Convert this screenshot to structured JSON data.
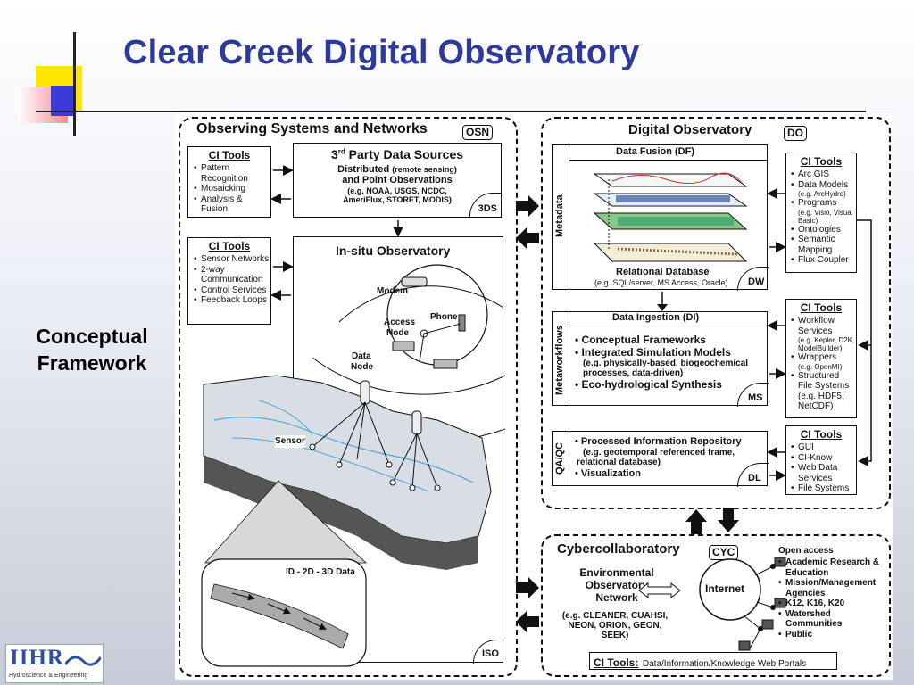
{
  "slide": {
    "title": "Clear Creek Digital Observatory",
    "side_label_line1": "Conceptual",
    "side_label_line2": "Framework",
    "logo": {
      "text": "IIHR",
      "subtext": "Hydroscience & Engineering"
    }
  },
  "osn": {
    "title": "Observing Systems and Networks",
    "tag": "OSN",
    "ci_tools_1": {
      "title": "CI Tools",
      "items": [
        "Pattern Recognition",
        "Mosaicking",
        "Analysis & Fusion"
      ]
    },
    "ci_tools_2": {
      "title": "CI Tools",
      "items": [
        "Sensor Networks",
        "2-way Communication",
        "Control Services",
        "Feedback Loops"
      ]
    },
    "third_party": {
      "title_pre": "3",
      "title_sup": "rd",
      "title_post": " Party Data Sources",
      "line1": "Distributed",
      "line1_note": "(remote sensing)",
      "line2": "and Point Observations",
      "line3": "(e.g. NOAA, USGS, NCDC,",
      "line4": "AmeriFlux, STORET, MODIS)",
      "code": "3DS"
    },
    "insitu": {
      "title": "In-situ Observatory",
      "code": "ISO",
      "labels": {
        "modem": "Modem",
        "access_node_1": "Access",
        "access_node_2": "Node",
        "phone": "Phone",
        "data_node_1": "Data",
        "data_node_2": "Node",
        "sensor": "Sensor",
        "inset": "ID - 2D - 3D Data"
      }
    }
  },
  "do": {
    "title": "Digital Observatory",
    "tag": "DO",
    "data_fusion": {
      "title": "Data Fusion (DF)",
      "side": "Metadata",
      "db_title": "Relational Database",
      "db_note": "(e.g. SQL/server, MS Access, Oracle)",
      "code": "DW"
    },
    "data_ingestion": {
      "title": "Data Ingestion (DI)",
      "side": "Metaworkflows",
      "items": [
        "Conceptual Frameworks",
        "Integrated Simulation Models",
        "Eco-hydrological Synthesis"
      ],
      "note1": "(e.g. physically-based, biogeochemical",
      "note2": "processes, data-driven)",
      "code": "MS"
    },
    "qa_qc": {
      "side": "QA/QC",
      "item1": "Processed Information Repository",
      "note1": "(e.g. geotemporal referenced frame,",
      "note2": "relational database)",
      "item2": "Visualization",
      "code": "DL"
    },
    "ci_tools_1": {
      "title": "CI Tools",
      "items": [
        {
          "text": "Arc GIS",
          "note": ""
        },
        {
          "text": "Data Models",
          "note": "(e.g. ArcHydro)"
        },
        {
          "text": "Programs",
          "note": "(e.g. Visio, Visual Basic)"
        },
        {
          "text": "Ontologies",
          "note": ""
        },
        {
          "text": "Semantic Mapping",
          "note": ""
        },
        {
          "text": "Flux Coupler",
          "note": ""
        }
      ]
    },
    "ci_tools_2": {
      "title": "CI Tools",
      "items": [
        {
          "text": "Workflow Services",
          "note": "(e.g. Kepler, D2K, ModelBuilder)"
        },
        {
          "text": "Wrappers",
          "note": "(e.g. OpenMI)"
        },
        {
          "text": "Structured File Systems",
          "note": "(e.g. HDF5, NetCDF)"
        }
      ]
    },
    "ci_tools_3": {
      "title": "CI Tools",
      "items": [
        "GUI",
        "CI-Know",
        "Web Data Services",
        "File Systems"
      ]
    }
  },
  "cyc": {
    "title": "Cybercollaboratory",
    "tag": "CYC",
    "network_line1": "Environmental",
    "network_line2": "Observatory",
    "network_line3": "Network",
    "network_note1": "(e.g. CLEANER, CUAHSI,",
    "network_note2": "NEON, ORION, GEON,",
    "network_note3": "SEEK)",
    "internet": "Internet",
    "open_access_title": "Open access",
    "open_access_items": [
      "Academic Research & Education",
      "Mission/Management Agencies",
      "K12, K16, K20",
      "Watershed Communities",
      "Public"
    ],
    "ci_tools_label": "CI Tools:",
    "ci_tools_text": "Data/Information/Knowledge Web Portals"
  },
  "colors": {
    "title": "#2d3a9c",
    "deco_yellow": "#ffe600",
    "deco_blue": "#3a3ad8",
    "deco_pink": "#f06070"
  }
}
